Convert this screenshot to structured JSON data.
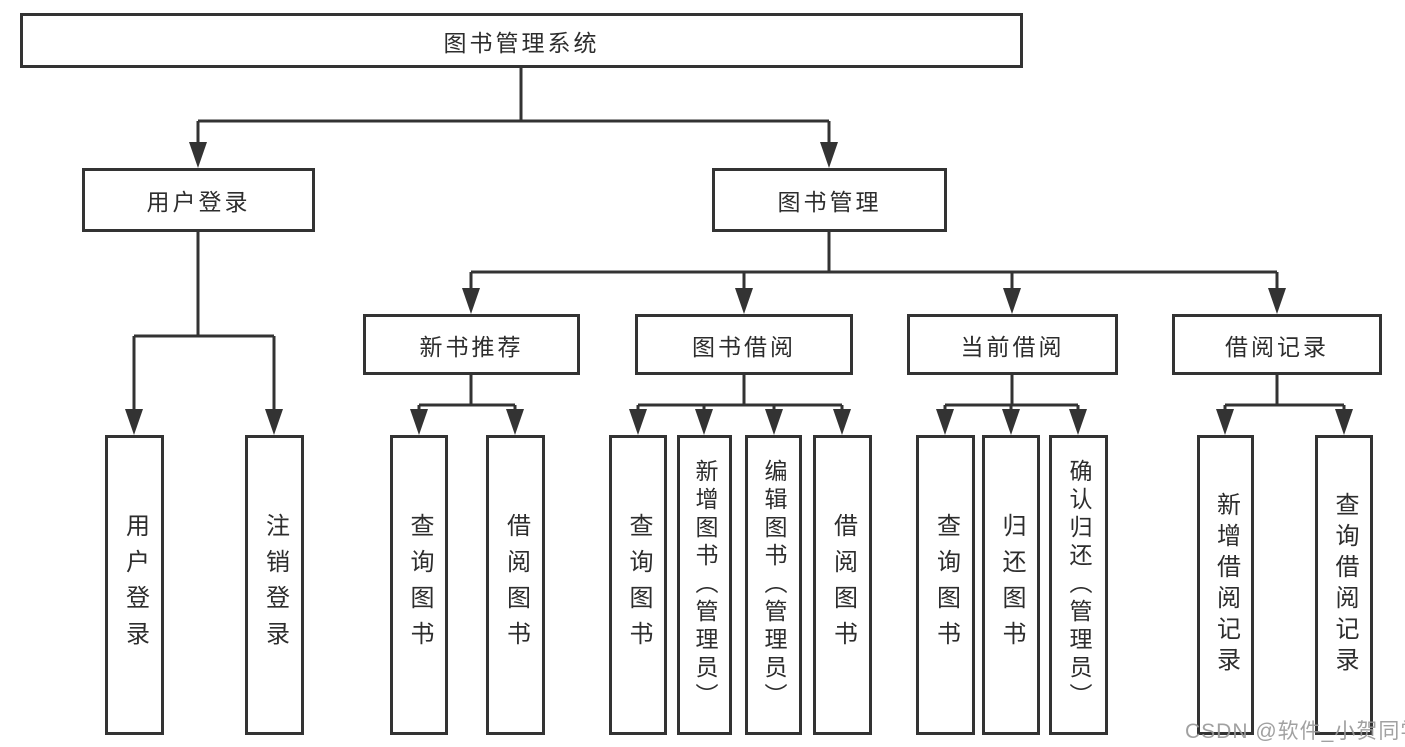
{
  "tree": {
    "label": "图书管理系统",
    "children": [
      {
        "label": "用户登录",
        "children": [
          {
            "label": "用户登录"
          },
          {
            "label": "注销登录"
          }
        ]
      },
      {
        "label": "图书管理",
        "children": [
          {
            "label": "新书推荐",
            "children": [
              {
                "label": "查询图书"
              },
              {
                "label": "借阅图书"
              }
            ]
          },
          {
            "label": "图书借阅",
            "children": [
              {
                "label": "查询图书"
              },
              {
                "label": "新增图书（管理员）"
              },
              {
                "label": "编辑图书（管理员）"
              },
              {
                "label": "借阅图书"
              }
            ]
          },
          {
            "label": "当前借阅",
            "children": [
              {
                "label": "查询图书"
              },
              {
                "label": "归还图书"
              },
              {
                "label": "确认归还（管理员）"
              }
            ]
          },
          {
            "label": "借阅记录",
            "children": [
              {
                "label": "新增借阅记录"
              },
              {
                "label": "查询借阅记录"
              }
            ]
          }
        ]
      }
    ]
  },
  "watermark": {
    "text": "CSDN @软件_小贺同学"
  },
  "colors": {
    "line": "#333333",
    "box_border": "#333333",
    "text": "#2d2d2d",
    "watermark_text": "#9a9a9a",
    "background": "#ffffff"
  }
}
